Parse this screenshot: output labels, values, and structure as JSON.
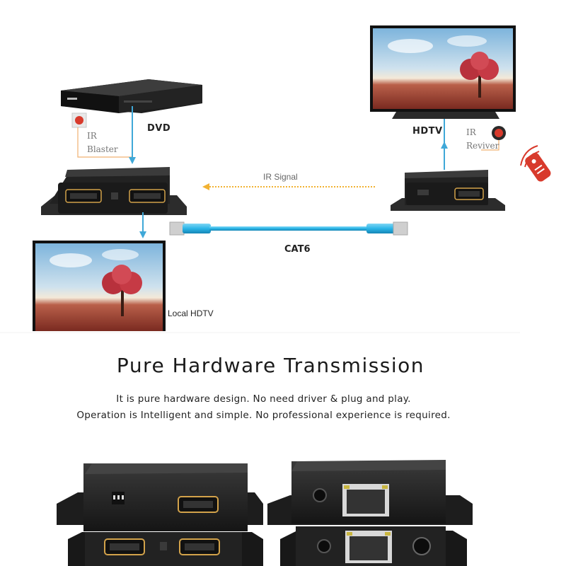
{
  "diagram": {
    "dvd_label": "DVD",
    "hdtv_label": "HDTV",
    "ir_blaster_line1": "IR",
    "ir_blaster_line2": "Blaster",
    "ir_receiver_line1": "IR",
    "ir_receiver_line2": "Reviver",
    "ir_signal_label": "IR Signal",
    "cable_label": "CAT6",
    "local_tv_label": "Local HDTV",
    "colors": {
      "signal_arrow": "#3fa8d8",
      "ir_arrow": "#f2b232",
      "cable": "#2bb5e8",
      "ir_sensor": "#d83a2c",
      "device_body": "#1c1c1c"
    }
  },
  "headline": "Pure Hardware Transmission",
  "description": {
    "line1": "It is pure hardware design. No need driver & plug and play.",
    "line2": "Operation is Intelligent and simple. No professional experience is required."
  }
}
